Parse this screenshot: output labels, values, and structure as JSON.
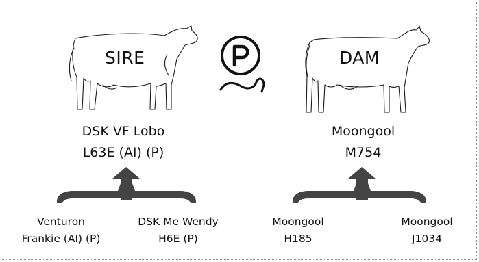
{
  "sire": {
    "label": "SIRE",
    "name": "DSK VF Lobo",
    "id": "L63E (AI) (P)",
    "parents": [
      {
        "line1": "Venturon",
        "line2": "Frankie (AI) (P)"
      },
      {
        "line1": "DSK Me Wendy",
        "line2": "H6E (P)"
      }
    ]
  },
  "dam": {
    "label": "DAM",
    "name": "Moongool",
    "id": "M754",
    "parents": [
      {
        "line1": "Moongool",
        "line2": "H185"
      },
      {
        "line1": "Moongool",
        "line2": "J1034"
      }
    ]
  },
  "polled_icon": "polled-p-icon",
  "colors": {
    "line": "#1a1a1a",
    "bracket": "#444444",
    "border": "#8a8a8a"
  }
}
